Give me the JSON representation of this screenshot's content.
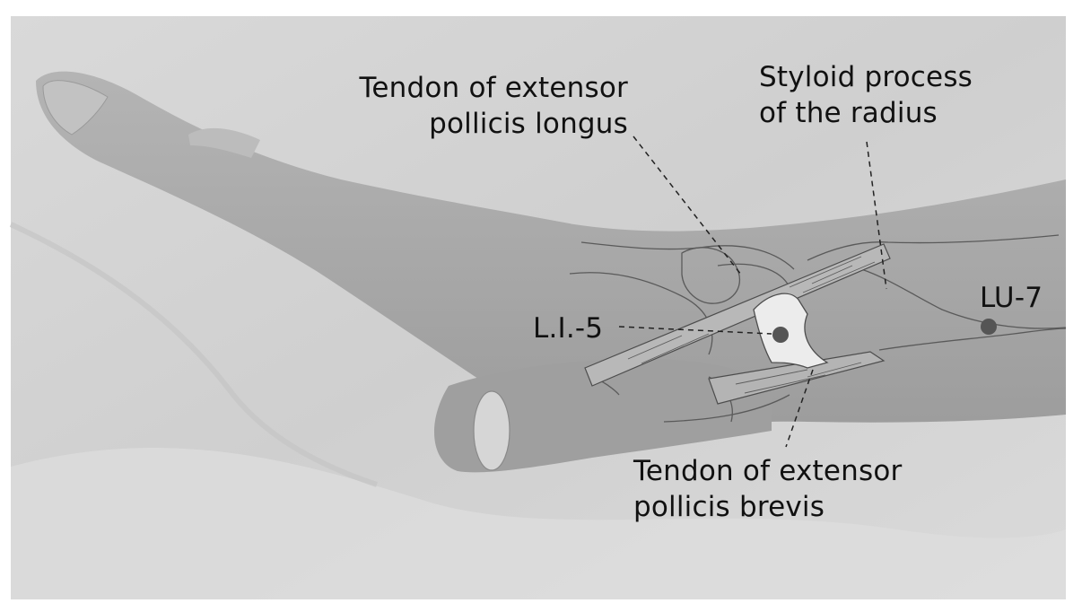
{
  "labels": {
    "epl": {
      "line1": "Tendon of extensor",
      "line2": "pollicis longus"
    },
    "styloid": {
      "line1": "Styloid process",
      "line2": "of the radius"
    },
    "li5": "L.I.-5",
    "lu7": "LU-7",
    "epb": {
      "line1": "Tendon of extensor",
      "line2": "pollicis brevis"
    }
  },
  "colors": {
    "background": "#d2d2d2",
    "hand": "#a9a9a9",
    "outline": "#5a5a5a",
    "snuffbox": "#ececec",
    "point": "#555555",
    "text": "#111111"
  }
}
